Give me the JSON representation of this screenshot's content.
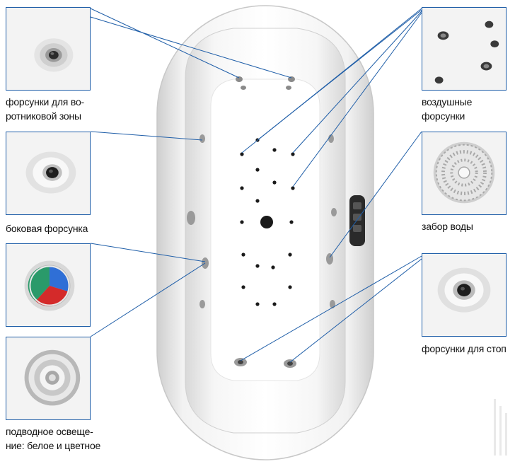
{
  "labels": {
    "collar_jets": [
      "форсунки для во-",
      "ротниковой зоны"
    ],
    "side_jet": [
      "боковая форсунка"
    ],
    "underwater_light": [
      "подводное освеще-",
      "ние: белое и цветное"
    ],
    "air_jets": [
      "воздушные",
      "форсунки"
    ],
    "water_intake": [
      "забор воды"
    ],
    "foot_jets": [
      "форсунки для стоп"
    ]
  },
  "colors": {
    "leader_line": "#1f5ea8",
    "frame": "#1f5ea8",
    "tub_shade": "#dcdcdc",
    "jet_dark": "#1a1a1a",
    "light_blue": "#2f6fd6",
    "light_red": "#d42a2a",
    "light_green": "#2a9a6a"
  },
  "icons": {
    "collar_jets": "round-jet-icon",
    "side_jet": "side-jet-icon",
    "underwater_light": "color-light-icon",
    "white_light": "chrome-light-icon",
    "air_jets": "air-jets-icon",
    "water_intake": "intake-grille-icon",
    "foot_jets": "foot-jet-icon"
  }
}
